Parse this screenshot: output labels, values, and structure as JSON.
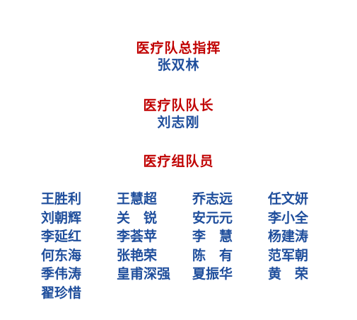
{
  "commander": {
    "title": "医疗队总指挥",
    "name": "张双林"
  },
  "captain": {
    "title": "医疗队队长",
    "name": "刘志刚"
  },
  "members": {
    "title": "医疗组队员",
    "names": [
      "王胜利",
      "王慧超",
      "乔志远",
      "任文妍",
      "刘朝辉",
      "关　锐",
      "安元元",
      "李小全",
      "李延红",
      "李荟苹",
      "李　慧",
      "杨建涛",
      "何东海",
      "张艳荣",
      "陈　有",
      "范军朝",
      "季伟涛",
      "皇甫深强",
      "夏振华",
      "黄　荣",
      "翟珍惜"
    ]
  },
  "colors": {
    "title": "#c00000",
    "name": "#1f4e9c"
  }
}
